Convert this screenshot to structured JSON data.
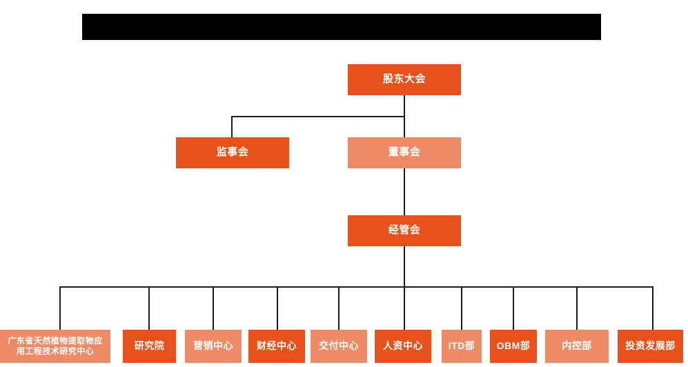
{
  "header": {
    "bar_color": "#000000",
    "title": ""
  },
  "theme": {
    "accent_dark": "#E8521A",
    "accent_light": "#EE8B66",
    "connector": "#1a1a1a",
    "background": "#FFFFFF",
    "node_text": "#FFFFFF"
  },
  "org_chart": {
    "type": "org-chart",
    "levels": [
      {
        "level": 1,
        "nodes": [
          {
            "id": "shareholders",
            "label": "股东大会",
            "style": "dark"
          }
        ]
      },
      {
        "level": 2,
        "nodes": [
          {
            "id": "supervisors",
            "label": "监事会",
            "style": "dark"
          },
          {
            "id": "directors",
            "label": "董事会",
            "style": "light"
          }
        ]
      },
      {
        "level": 3,
        "nodes": [
          {
            "id": "management",
            "label": "经管会",
            "style": "dark"
          }
        ]
      },
      {
        "level": 4,
        "nodes": [
          {
            "id": "research-center",
            "label": "广东省天然植物提取物应\n用工程技术研究中心",
            "style": "light"
          },
          {
            "id": "institute",
            "label": "研究院",
            "style": "dark"
          },
          {
            "id": "marketing-center",
            "label": "营销中心",
            "style": "light"
          },
          {
            "id": "finance-center",
            "label": "财经中心",
            "style": "dark"
          },
          {
            "id": "delivery-center",
            "label": "交付中心",
            "style": "light"
          },
          {
            "id": "hr-center",
            "label": "人资中心",
            "style": "dark"
          },
          {
            "id": "itd-dept",
            "label": "ITD部",
            "style": "light"
          },
          {
            "id": "obm-dept",
            "label": "OBM部",
            "style": "dark"
          },
          {
            "id": "internal-control-dept",
            "label": "内控部",
            "style": "light"
          },
          {
            "id": "investment-dev-dept",
            "label": "投资发展部",
            "style": "dark"
          }
        ]
      }
    ]
  }
}
